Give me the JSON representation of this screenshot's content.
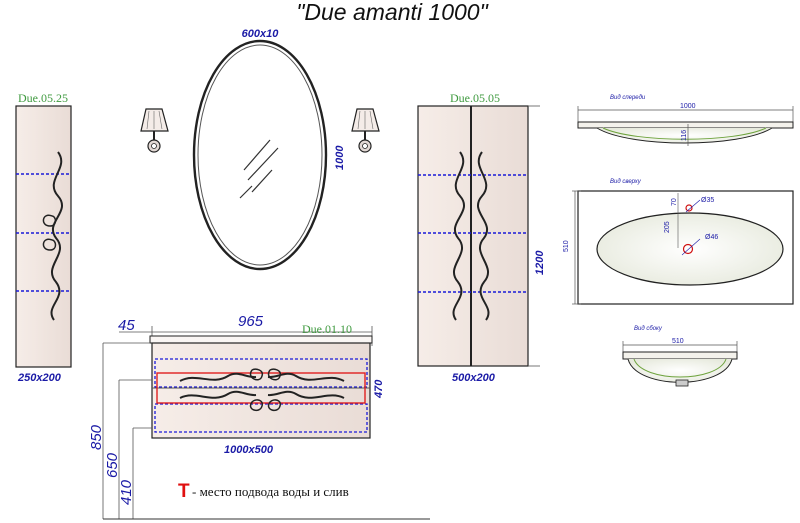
{
  "title": "\"Due amanti 1000\"",
  "mirror": {
    "size": "600x10",
    "height": "1000"
  },
  "tall_cabinet_left": {
    "code": "Due.05.25",
    "size": "250x200"
  },
  "tall_cabinet_right": {
    "code": "Due.05.05",
    "size": "500x200",
    "height": "1200"
  },
  "base_cabinet": {
    "code": "Due.01.10",
    "width": "965",
    "offset": "45",
    "height": "470",
    "size": "1000x500",
    "heights": [
      "850",
      "650",
      "410"
    ]
  },
  "sink_views": {
    "front": {
      "label": "Вид спереди",
      "width": "1000",
      "depth": "116"
    },
    "top": {
      "label": "Вид сверху",
      "width": "510",
      "d1": "Ø35",
      "d2": "Ø46",
      "off1": "70",
      "off2": "205"
    },
    "side": {
      "label": "Вид сбоку",
      "width": "510"
    }
  },
  "legend": {
    "symbol": "T",
    "text": " - место подвода воды и слив"
  },
  "colors": {
    "dimension": "#1a1aa6",
    "code": "#3f9a3f",
    "marker": "#e01010",
    "dashed": "#1a1ad8"
  }
}
